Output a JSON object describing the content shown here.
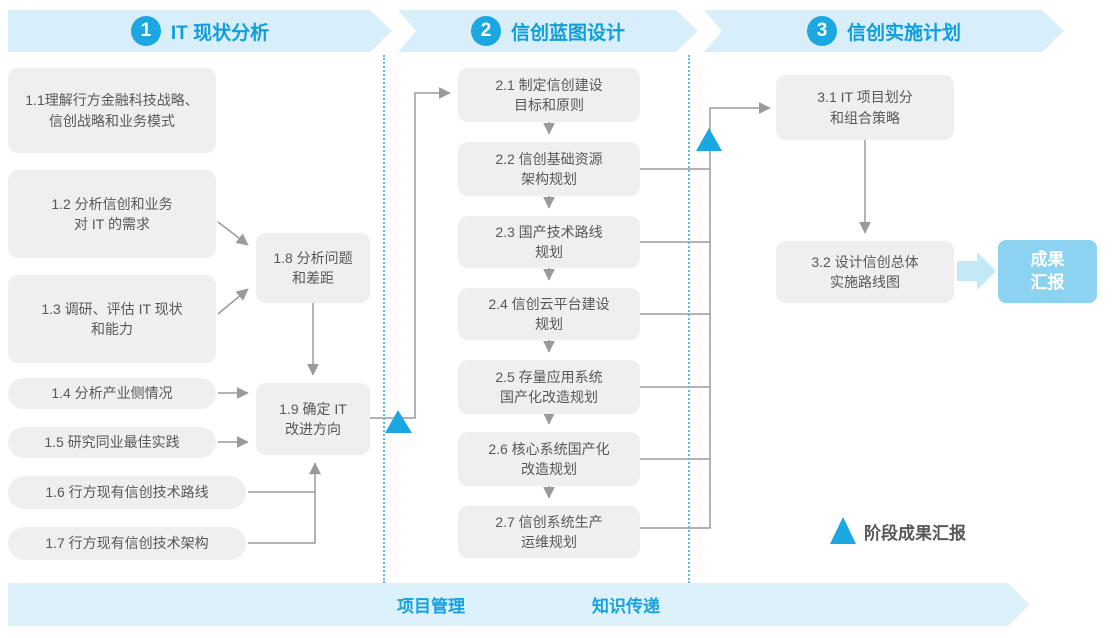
{
  "phases": [
    {
      "number": "1",
      "title": "IT 现状分析"
    },
    {
      "number": "2",
      "title": "信创蓝图设计"
    },
    {
      "number": "3",
      "title": "信创实施计划"
    }
  ],
  "phase1": {
    "boxes": [
      {
        "id": "1.1",
        "lines": [
          "1.1理解行方金融科技战略、",
          "信创战略和业务模式"
        ]
      },
      {
        "id": "1.2",
        "lines": [
          "1.2 分析信创和业务",
          "对 IT 的需求"
        ]
      },
      {
        "id": "1.3",
        "lines": [
          "1.3 调研、评估 IT 现状",
          "和能力"
        ]
      },
      {
        "id": "1.4",
        "lines": [
          "1.4 分析产业侧情况"
        ]
      },
      {
        "id": "1.5",
        "lines": [
          "1.5 研究同业最佳实践"
        ]
      },
      {
        "id": "1.6",
        "lines": [
          "1.6 行方现有信创技术路线"
        ]
      },
      {
        "id": "1.7",
        "lines": [
          "1.7 行方现有信创技术架构"
        ]
      },
      {
        "id": "1.8",
        "lines": [
          "1.8 分析问题",
          "和差距"
        ]
      },
      {
        "id": "1.9",
        "lines": [
          "1.9 确定 IT",
          "改进方向"
        ]
      }
    ]
  },
  "phase2": {
    "boxes": [
      {
        "id": "2.1",
        "lines": [
          "2.1 制定信创建设",
          "目标和原则"
        ]
      },
      {
        "id": "2.2",
        "lines": [
          "2.2 信创基础资源",
          "架构规划"
        ]
      },
      {
        "id": "2.3",
        "lines": [
          "2.3 国产技术路线",
          "规划"
        ]
      },
      {
        "id": "2.4",
        "lines": [
          "2.4 信创云平台建设",
          "规划"
        ]
      },
      {
        "id": "2.5",
        "lines": [
          "2.5 存量应用系统",
          "国产化改造规划"
        ]
      },
      {
        "id": "2.6",
        "lines": [
          "2.6 核心系统国产化",
          "改造规划"
        ]
      },
      {
        "id": "2.7",
        "lines": [
          "2.7 信创系统生产",
          "运维规划"
        ]
      }
    ]
  },
  "phase3": {
    "boxes": [
      {
        "id": "3.1",
        "lines": [
          "3.1 IT 项目划分",
          "和组合策略"
        ]
      },
      {
        "id": "3.2",
        "lines": [
          "3.2 设计信创总体",
          "实施路线图"
        ]
      }
    ],
    "result": {
      "lines": [
        "成果",
        "汇报"
      ]
    }
  },
  "legend": {
    "label": "阶段成果汇报"
  },
  "footer": {
    "items": [
      "项目管理",
      "知识传递"
    ]
  },
  "colors": {
    "accent_blue": "#1ba7e2",
    "band_blue": "#d8eefa",
    "title_blue": "#0f9edc",
    "box_gray": "#efefef",
    "text_gray": "#57585a",
    "line_gray": "#9a9a9a",
    "result_blue": "#8bd3f1",
    "thick_arrow_blue": "#c3e8f8"
  }
}
